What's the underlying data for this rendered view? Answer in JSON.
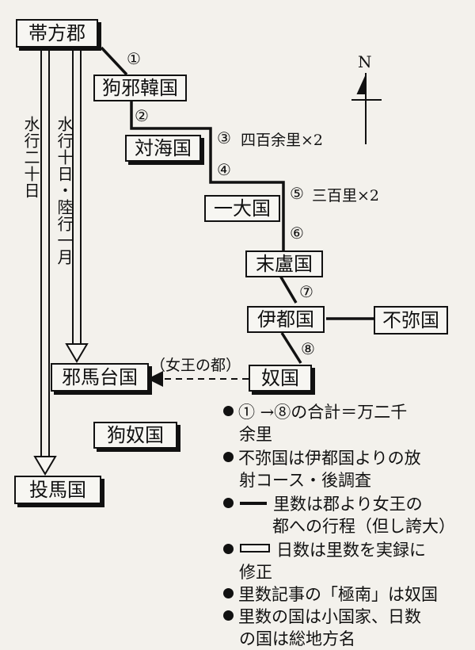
{
  "nodes": {
    "taihou": "帯方郡",
    "kuyakan": "狗邪韓国",
    "tsushima": "対海国",
    "ichidai": "一大国",
    "matsuro": "末盧国",
    "ito": "伊都国",
    "fumi": "不弥国",
    "na": "奴国",
    "yamatai": "邪馬台国",
    "kuna": "狗奴国",
    "touma": "投馬国"
  },
  "route_labels": {
    "c1": "①",
    "c2": "②",
    "c3": "③",
    "c4": "④",
    "c5": "⑤",
    "c6": "⑥",
    "c7": "⑦",
    "c8": "⑧"
  },
  "distances": {
    "d3": "四百余里×2",
    "d5": "三百里×2"
  },
  "queen_capital": "（女王の都）",
  "vertical": {
    "water20": "水行二十日",
    "water10": "水行十日・陸行一月"
  },
  "compass": {
    "north": "N"
  },
  "legend": [
    {
      "bullet": "●",
      "line1": "① →⑧の合計＝万二千",
      "line2": "余里"
    },
    {
      "bullet": "●",
      "line1": "不弥国は伊都国よりの放",
      "line2": "射コース・後調査"
    },
    {
      "bullet": "●",
      "symbol": "bold",
      "line1": "里数は郡より女王の",
      "line2": "都への行程（但し誇大）"
    },
    {
      "bullet": "●",
      "symbol": "double",
      "line1": "日数は里数を実録に",
      "line2": "修正"
    },
    {
      "bullet": "●",
      "line1": "里数記事の「極南」は奴国"
    },
    {
      "bullet": "●",
      "line1": "里数の国は小国家、日数",
      "line2": "の国は総地方名"
    }
  ]
}
